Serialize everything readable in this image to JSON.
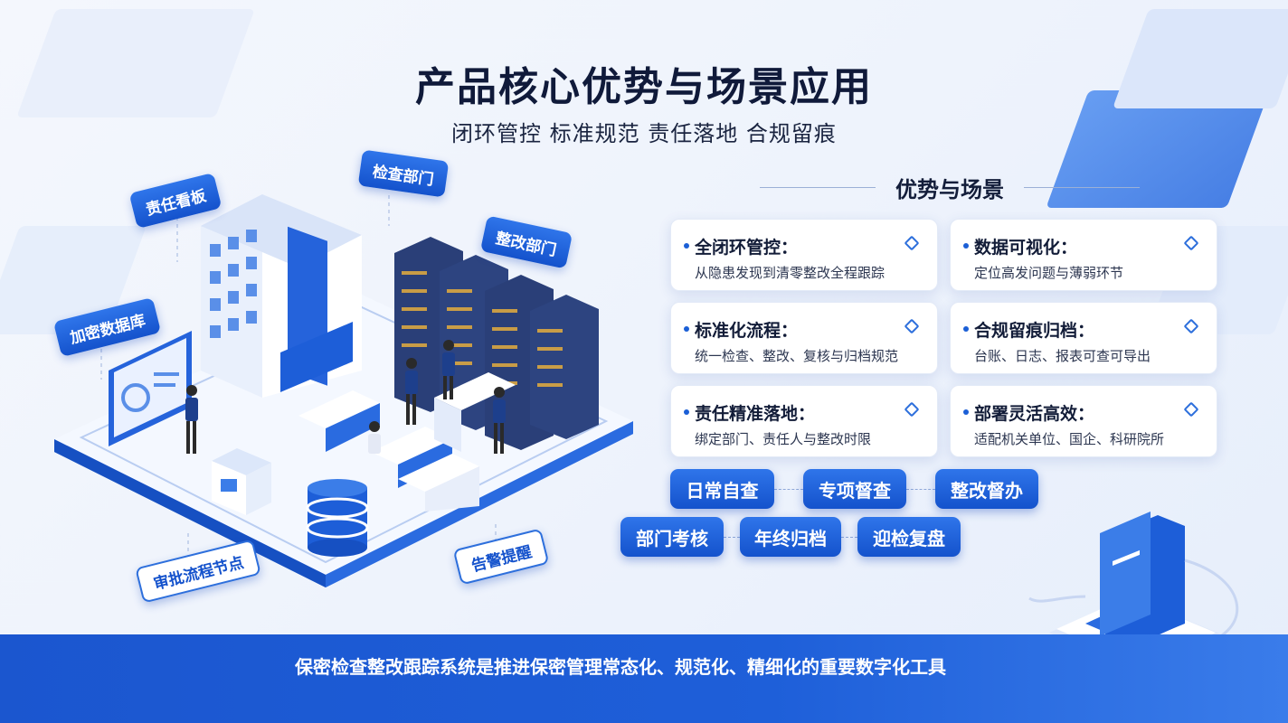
{
  "header": {
    "title": "产品核心优势与场景应用",
    "subtitle": "闭环管控 标准规范 责任落地 合规留痕"
  },
  "section": {
    "heading": "优势与场景"
  },
  "cards": [
    {
      "title": "全闭环管控：",
      "desc": "从隐患发现到清零整改全程跟踪"
    },
    {
      "title": "数据可视化：",
      "desc": "定位高发问题与薄弱环节"
    },
    {
      "title": "标准化流程：",
      "desc": "统一检查、整改、复核与归档规范"
    },
    {
      "title": "合规留痕归档：",
      "desc": "台账、日志、报表可查可导出"
    },
    {
      "title": "责任精准落地：",
      "desc": "绑定部门、责任人与整改时限"
    },
    {
      "title": "部署灵活高效：",
      "desc": "适配机关单位、国企、科研院所"
    }
  ],
  "scenarios": [
    "日常自查",
    "专项督查",
    "整改督办",
    "部门考核",
    "年终归档",
    "迎检复盘"
  ],
  "illustration_labels": {
    "responsibility_board": "责任看板",
    "inspection_dept": "检查部门",
    "rectification_dept": "整改部门",
    "encrypted_db": "加密数据库",
    "approval_node": "审批流程节点",
    "alert": "告警提醒"
  },
  "footer": {
    "text": "保密检查整改跟踪系统是推进保密管理常态化、规范化、精细化的重要数字化工具"
  },
  "colors": {
    "primary": "#1b5fd6",
    "primary_dark": "#1452cc",
    "background": "#eef3fc",
    "title": "#101a3a"
  }
}
